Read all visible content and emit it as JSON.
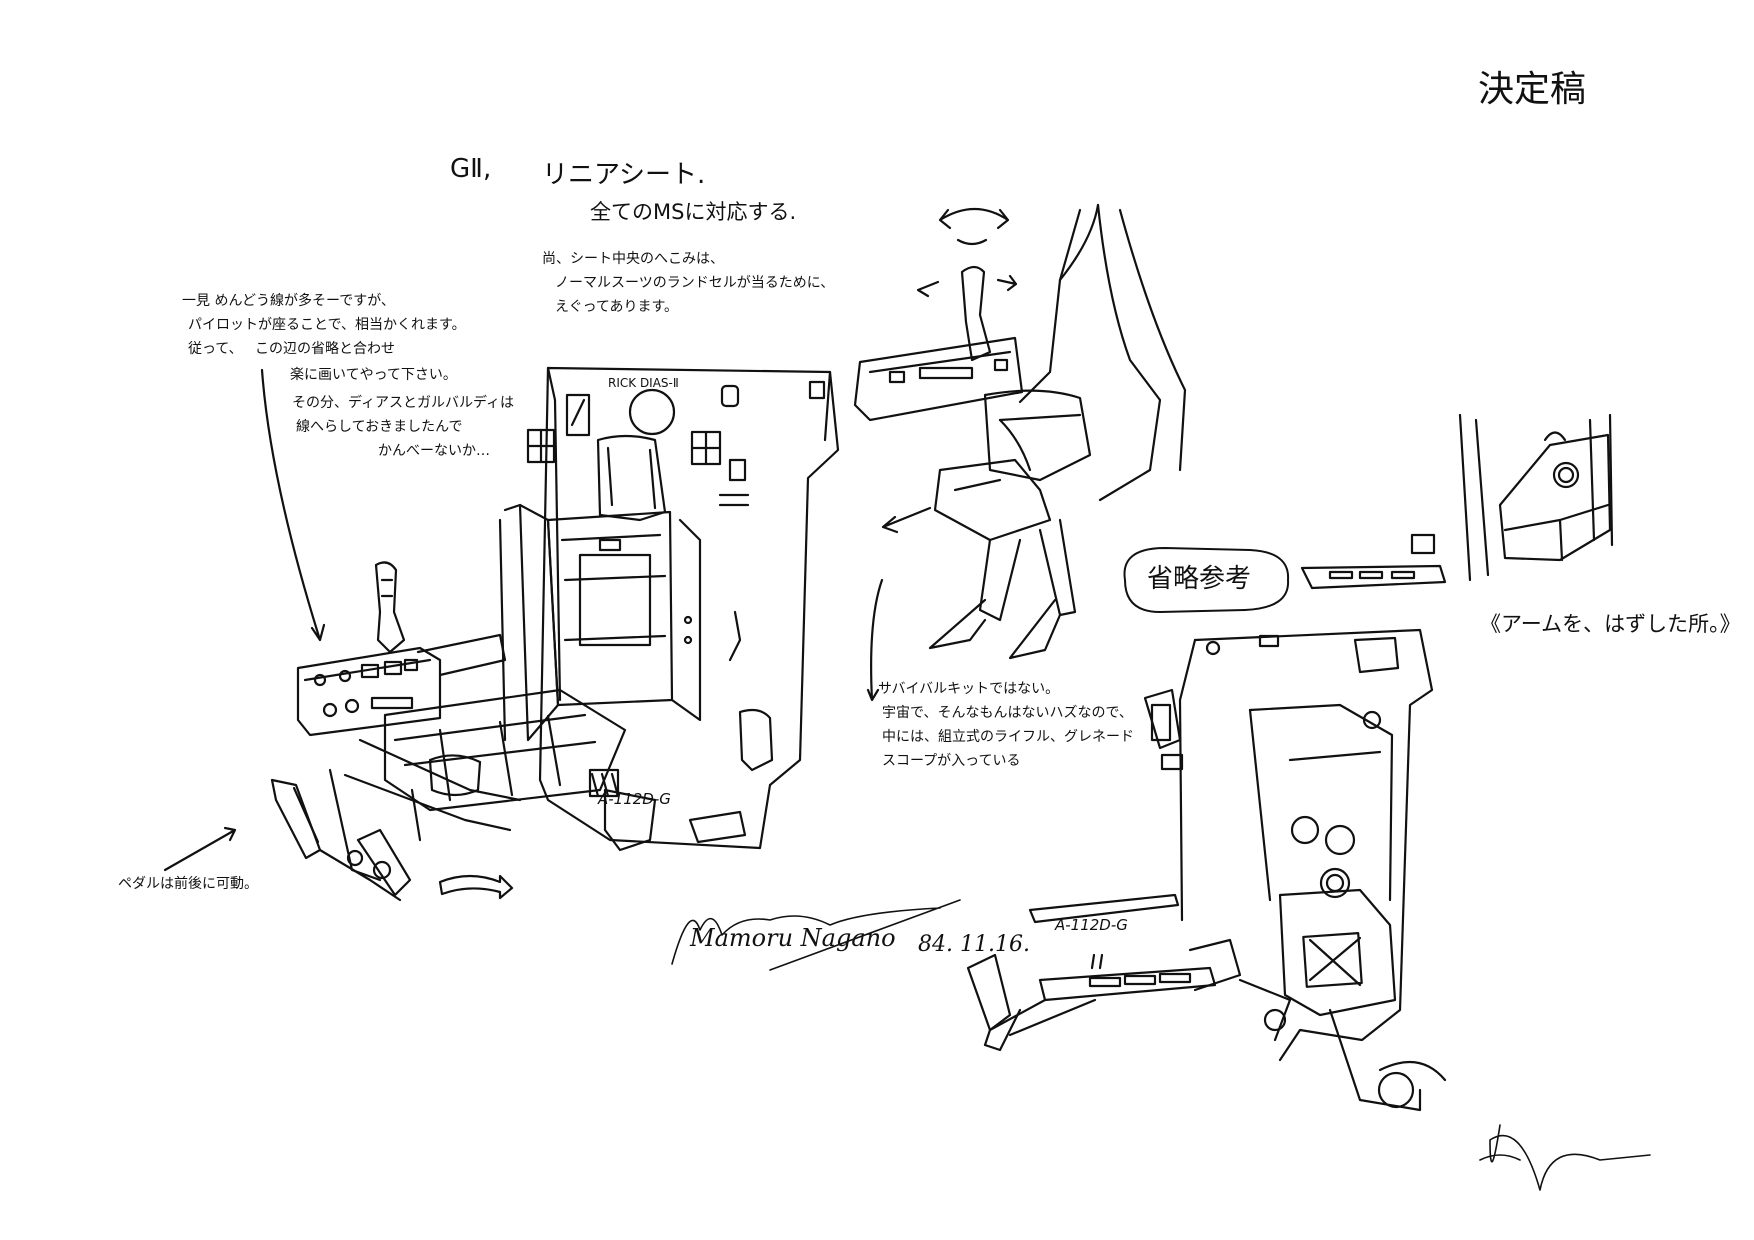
{
  "sheet": {
    "stamp": "決定稿",
    "heading_code": "GⅡ,",
    "heading_title": "リニアシート.",
    "heading_sub": "全てのMSに対応する.",
    "note_top": [
      "尚、シート中央のへこみは、",
      "ノーマルスーツのランドセルが当るために、",
      "えぐってあります。"
    ],
    "note_left": [
      "一見 めんどう線が多そーですが、",
      "パイロットが座ることで、相当かくれます。",
      "従って、",
      "この辺の省略と合わせ",
      "楽に画いてやって下さい。",
      "その分、ディアスとガルバルディは",
      "線へらしておきましたんで",
      "かんべーないか…"
    ],
    "note_pedal": "ペダルは前後に可動。",
    "note_survival": [
      "サバイバルキットではない。",
      "宇宙で、そんなもんはないハズなので、",
      "中には、組立式のライフル、グレネード",
      "スコープが入っている"
    ],
    "bubble": "省略参考",
    "arm_caption": "《アームを、はずした所。》",
    "label_rick": "RICK DIAS-Ⅱ",
    "label_model_1": "A-112D-G",
    "label_model_2": "A-112D-G",
    "signature": "Mamoru Nagano",
    "date": "84. 11.16."
  }
}
